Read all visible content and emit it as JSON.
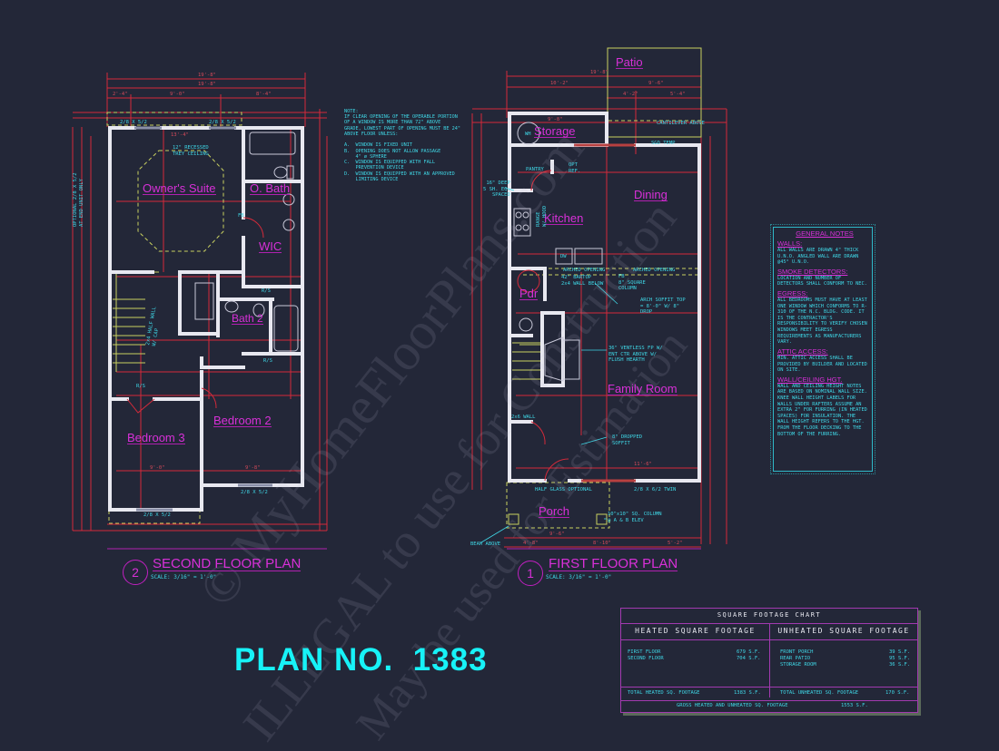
{
  "sheet": {
    "plan_number_label": "PLAN NO.  1383",
    "colors": {
      "background": "#232738",
      "walls": "#e8e8f0",
      "dimensions": "#d42a3a",
      "room_labels": "#d830d8",
      "notes_text": "#3fd7e6",
      "dashed_lines": "#c8d060",
      "plan_number": "#17f2f7"
    }
  },
  "watermark": {
    "line1": "© MyHomeFloorPlans.com",
    "line2": "ILLEGAL to use for Construction",
    "line3": "May be used for Estimation"
  },
  "second_floor": {
    "title": "SECOND FLOOR PLAN",
    "number": "2",
    "scale": "SCALE: 3/16\" = 1'-0\"",
    "rooms": {
      "owners_suite": "Owner's Suite",
      "o_bath": "O. Bath",
      "wic": "WIC",
      "bath2": "Bath 2",
      "bedroom2": "Bedroom 2",
      "bedroom3": "Bedroom 3"
    },
    "annotations": {
      "tray_ceiling": "12\" RECESSED\nTREY CEILING",
      "window_top_left": "2/8 X 5/2",
      "window_top_right": "2/8 X 5/2",
      "window_bed2": "2/8 X 5/2",
      "window_bed3": "2/8 X 5/2",
      "optional_window": "OPTIONAL 2/8 X 5/2\nAT END UNIT ONLY",
      "half_wall": "2x4 HALF WALL\nW/ CAP",
      "rs1": "R/S",
      "rs2": "R/S",
      "rs3": "R/S",
      "fb": "FB",
      "dims": {
        "overall1": "19'-8\"",
        "overall2": "19'-8\"",
        "seg1": "2'-4\"",
        "seg2": "9'-0\"",
        "seg3": "8'-4\"",
        "owners_w": "13'-4\"",
        "bed3_w": "9'-0\"",
        "bed2_w": "9'-8\""
      }
    }
  },
  "first_floor": {
    "title": "FIRST FLOOR PLAN",
    "number": "1",
    "scale": "SCALE: 3/16\" = 1'-0\"",
    "rooms": {
      "patio": "Patio",
      "storage": "Storage",
      "dining": "Dining",
      "kitchen": "Kitchen",
      "pdr": "Pdr",
      "family_room": "Family Room",
      "porch": "Porch"
    },
    "annotations": {
      "cantilever": "CANTILEVER ABOVE",
      "sgd": "SGD TEMP",
      "pantry": "PANTRY",
      "ref": "OPT\nREF.",
      "shelves": "16\" DEEP\n5 SH. EQ.\nSPACED",
      "range": "RANGE\nW/ HOOD",
      "dw": "DW",
      "arched1": "ARCHED OPENING",
      "arched2": "ARCHED OPENING",
      "bartop": "42\" BARTOP\n2x4 WALL BELOW",
      "column": "FB\n8\" SQUARE\nCOLUMN",
      "arch_soffit": "ARCH SOFFIT TOP\n= 8'-0\" W/ 8\"\nDROP",
      "fireplace": "36\" VENTLESS FP W/\nENT CTR ABOVE W/\nFLUSH HEARTH",
      "wall_2x6": "2x6 WALL",
      "dropped_soffit": "8\" DROPPED\nSOFFIT",
      "half_glass": "HALF GLASS OPTIONAL",
      "twin": "2/8 X 6/2 TWIN",
      "sq_column": "10\"x10\" SQ. COLUMN\n@ A & B ELEV",
      "beam": "BEAM ABOVE",
      "wh": "WH",
      "dims": {
        "overall": "19'-8\"",
        "left": "10'-2\"",
        "right": "9'-6\"",
        "p1": "4'-2\"",
        "p2": "5'-4\"",
        "storage_w": "9'-8\"",
        "family_w": "11'-6\"",
        "porch_w": "9'-6\"",
        "bottom1": "4'-8\"",
        "bottom2": "8'-10\"",
        "bottom3": "5'-2\""
      }
    }
  },
  "window_note": {
    "text": "NOTE:\nIF CLEAR OPENING OF THE OPERABLE PORTION\nOF A WINDOW IS MORE THAN 72\" ABOVE\nGRADE, LOWEST PART OF OPENING MUST BE 24\"\nABOVE FLOOR UNLESS:\n\nA.  WINDOW IS FIXED UNIT\nB.  OPENING DOES NOT ALLOW PASSAGE\n    4\" ø SPHERE\nC.  WINDOW IS EQUIPPED WITH FALL\n    PREVENTION DEVICE\nD.  WINDOW IS EQUIPPED WITH AN APPROVED\n    LIMITING DEVICE"
  },
  "general_notes": {
    "title": "GENERAL NOTES",
    "sections": [
      {
        "heading": "WALLS:",
        "body": "ALL WALLS ARE DRAWN 4\" THICK U.N.O. ANGLED WALL ARE DRAWN @45° U.N.O."
      },
      {
        "heading": "SMOKE DETECTORS:",
        "body": "LOCATION AND NUMBER OF DETECTORS SHALL CONFORM TO NEC."
      },
      {
        "heading": "EGRESS:",
        "body": "ALL BEDROOMS MUST HAVE AT LEAST ONE WINDOW WHICH CONFORMS TO R-310 OF THE N.C. BLDG. CODE. IT IS THE CONTRACTOR'S RESPONSIBILITY TO VERIFY CHOSEN WINDOWS MEET EGRESS REQUIREMENTS AS MANUFACTURERS VARY."
      },
      {
        "heading": "ATTIC ACCESS:",
        "body": "MIN. ATTIC ACCESS SHALL BE PROVIDED BY BUILDER AND LOCATED ON SITE."
      },
      {
        "heading": "WALL/CEILING HGT.",
        "body": "WALL AND CEILING HEIGHT NOTES ARE BASED ON NOMINAL WALL SIZE. KNEE WALL HEIGHT LABELS FOR WALLS UNDER RAFTERS ASSUME AN EXTRA 2\" FOR FURRING (IN HEATED SPACES) FOR INSULATION. THE WALL HEIGHT REFERS TO THE HGT. FROM THE FLOOR DECKING TO THE BOTTOM OF THE FURRING."
      }
    ]
  },
  "square_footage_chart": {
    "title": "SQUARE FOOTAGE CHART",
    "heated_header": "HEATED SQUARE FOOTAGE",
    "unheated_header": "UNHEATED SQUARE FOOTAGE",
    "heated": [
      {
        "label": "FIRST FLOOR",
        "value": "679 S.F."
      },
      {
        "label": "SECOND FLOOR",
        "value": "704 S.F."
      }
    ],
    "unheated": [
      {
        "label": "FRONT PORCH",
        "value": "39 S.F."
      },
      {
        "label": "REAR PATIO",
        "value": "95 S.F."
      },
      {
        "label": "STORAGE ROOM",
        "value": "36 S.F."
      }
    ],
    "total_heated_label": "TOTAL HEATED SQ. FOOTAGE",
    "total_heated_value": "1383 S.F.",
    "total_unheated_label": "TOTAL UNHEATED SQ. FOOTAGE",
    "total_unheated_value": "170 S.F.",
    "gross_label": "GROSS HEATED AND UNHEATED SQ. FOOTAGE",
    "gross_value": "1553 S.F."
  }
}
